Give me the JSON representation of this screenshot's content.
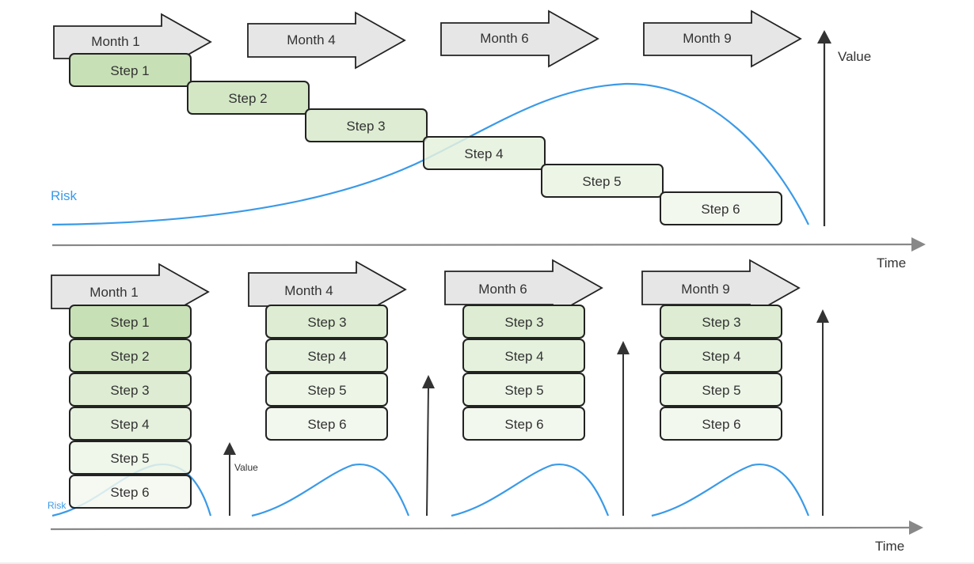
{
  "colors": {
    "arrow_fill": "#e6e6e6",
    "stroke": "#222222",
    "curve": "#3a9ae8",
    "axis": "#888888",
    "step_fills": [
      "#c7e0b5",
      "#d3e7c5",
      "#ddecd2",
      "#e5f1dd",
      "#ecf5e6",
      "#f3f8ef"
    ]
  },
  "top_panel": {
    "months": [
      "Month 1",
      "Month 4",
      "Month 6",
      "Month 9"
    ],
    "steps": [
      "Step 1",
      "Step 2",
      "Step 3",
      "Step 4",
      "Step 5",
      "Step 6"
    ],
    "risk_label": "Risk",
    "value_label": "Value",
    "time_label": "Time"
  },
  "bottom_panel": {
    "groups": [
      {
        "month": "Month 1",
        "steps": [
          "Step 1",
          "Step 2",
          "Step 3",
          "Step 4",
          "Step 5",
          "Step 6"
        ]
      },
      {
        "month": "Month 4",
        "steps": [
          "Step 3",
          "Step 4",
          "Step 5",
          "Step 6"
        ]
      },
      {
        "month": "Month 6",
        "steps": [
          "Step 3",
          "Step 4",
          "Step 5",
          "Step 6"
        ]
      },
      {
        "month": "Month 9",
        "steps": [
          "Step 3",
          "Step 4",
          "Step 5",
          "Step 6"
        ]
      }
    ],
    "risk_label": "Risk",
    "value_label": "Value",
    "time_label": "Time"
  }
}
